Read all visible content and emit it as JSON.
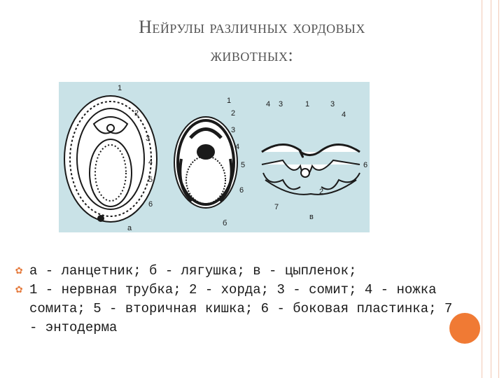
{
  "slide": {
    "title_line1": "Нейрулы различных хордовых",
    "title_line2": "животных:",
    "accent_color": "#e57a3c",
    "figure_bg": "#c9e2e7"
  },
  "figure": {
    "panels": [
      {
        "id": "а",
        "numbers": [
          "1",
          "2",
          "3",
          "4",
          "5",
          "6"
        ]
      },
      {
        "id": "б",
        "numbers": [
          "1",
          "2",
          "3",
          "4",
          "5",
          "6"
        ]
      },
      {
        "id": "в",
        "numbers": [
          "4",
          "3",
          "1",
          "3",
          "4",
          "6",
          "7",
          "2"
        ]
      }
    ]
  },
  "bullets": [
    {
      "icon": "flower-bullet-icon",
      "text": "а - ланцетник; б - лягушка; в - цыпленок;"
    },
    {
      "icon": "flower-bullet-icon",
      "text": "1 - нервная трубка; 2 - хорда; 3 - сомит; 4 - ножка сомита; 5 - вторичная кишка; 6 - боковая пластинка; 7 - энтодерма"
    }
  ]
}
